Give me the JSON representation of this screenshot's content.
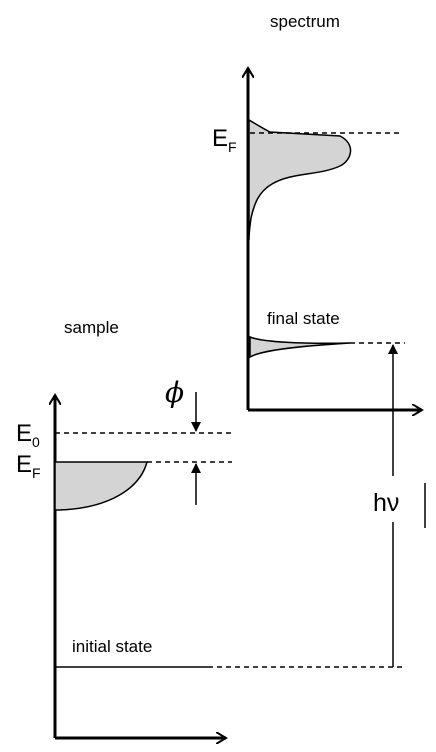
{
  "diagram": {
    "spectrum_label": "spectrum",
    "sample_label": "sample",
    "final_state_label": "final state",
    "initial_state_label": "initial state",
    "ef_label_spectrum": {
      "main": "E",
      "sub": "F"
    },
    "ef_label_sample": {
      "main": "E",
      "sub": "F"
    },
    "e0_label": {
      "main": "E",
      "sub": "0"
    },
    "work_function_symbol": "ϕ",
    "photon_energy_label": "hν"
  }
}
